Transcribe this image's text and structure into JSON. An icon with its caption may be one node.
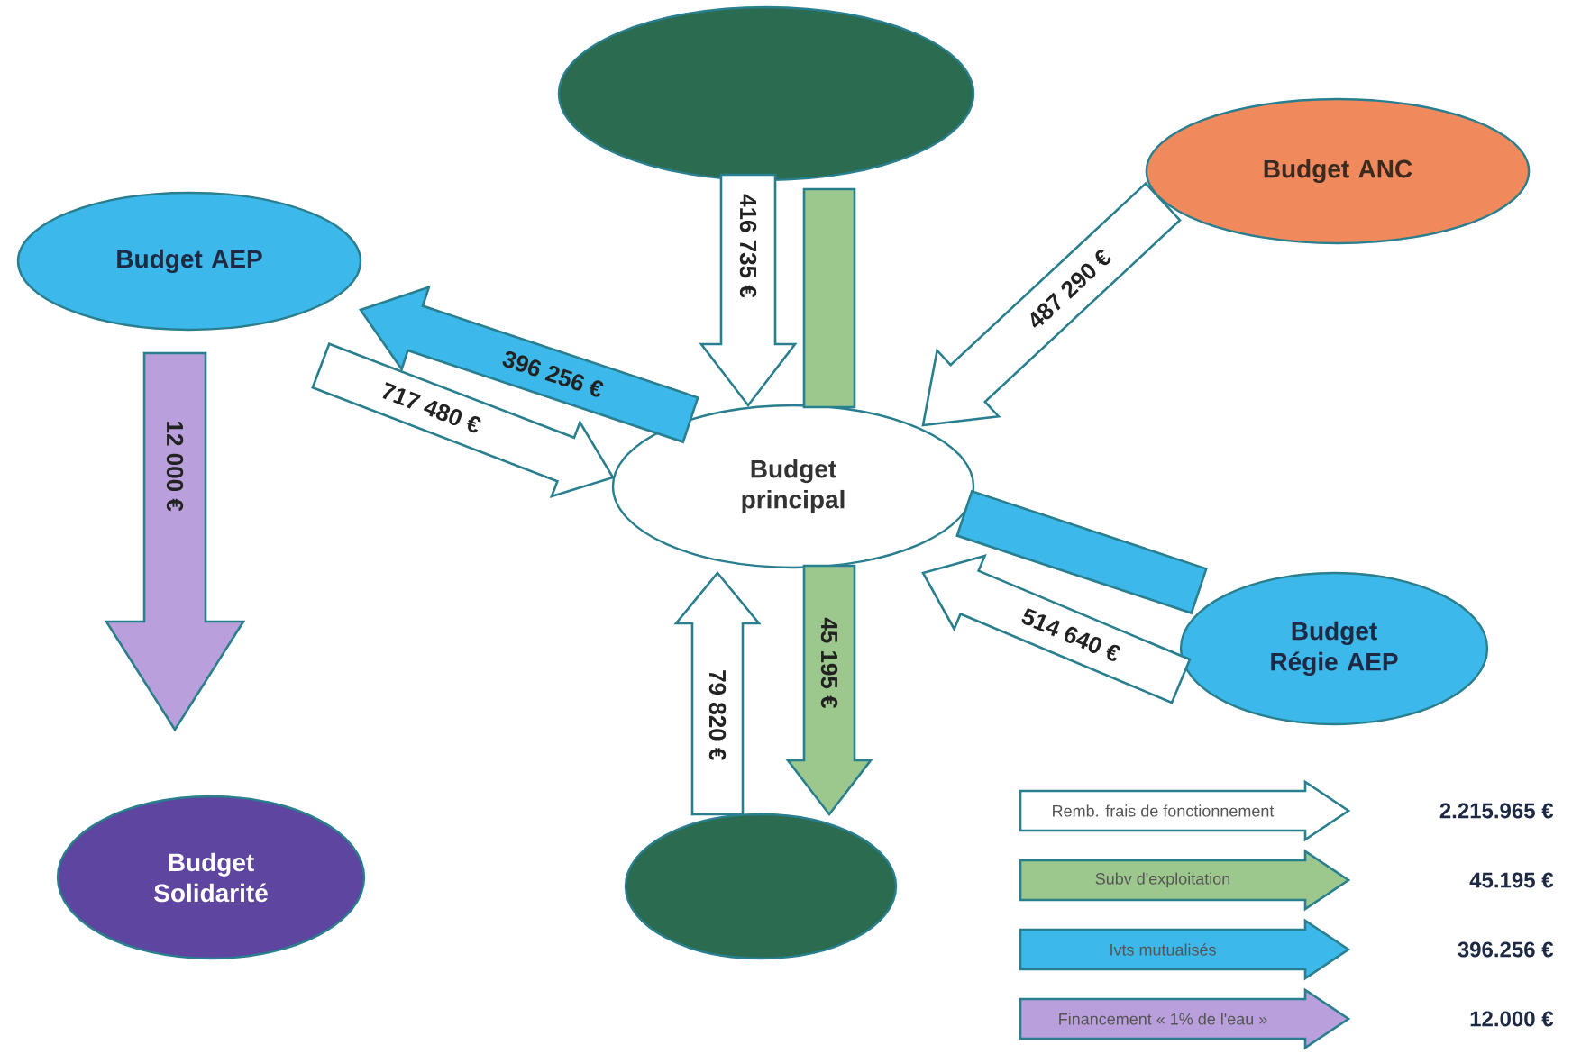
{
  "diagram": {
    "nodes": [
      {
        "text": [],
        "shape": "circle"
      },
      {
        "text": [
          "Budget ANC"
        ]
      },
      {
        "text": [
          "Budget AEP"
        ]
      },
      {
        "text": [
          "Budget principal"
        ]
      },
      {
        "text": [
          "Budget Régie AEP"
        ]
      },
      {
        "text": [
          "Budget Solidarité"
        ]
      },
      {
        "text": [],
        "shape": "circle"
      }
    ],
    "edges": [
      {
        "from": 0,
        "to": 3,
        "arrow": "to",
        "label": "416 735 €"
      },
      {
        "from": 0,
        "to": 3,
        "arrow": "none",
        "color": "#9dc88d"
      },
      {
        "from": 3,
        "to": 6,
        "arrow": "to",
        "label": "45 195 €",
        "color": "#9dc88d"
      },
      {
        "from": 4,
        "to": 3,
        "arrow": "none",
        "color": "#3cb8ea"
      },
      {
        "from": 3,
        "to": 2,
        "arrow": "to",
        "label": "396 256 €",
        "color": "#3cb8ea"
      },
      {
        "from": 2,
        "to": 3,
        "arrow": "to",
        "label": "717 480 €"
      },
      {
        "from": 1,
        "to": 3,
        "arrow": "to",
        "label": "487 290 €"
      },
      {
        "from": 4,
        "to": 3,
        "arrow": "to",
        "label": "514 640 €"
      },
      {
        "from": 6,
        "to": 3,
        "arrow": "to",
        "label": "79 820 €"
      },
      {
        "from": 2,
        "to": 5,
        "arrow": "to",
        "label": "12 000 €",
        "color": "#b9a0dc"
      }
    ],
    "labels": [
      "2.215.965 €",
      "45.195 €",
      "396.256 €",
      "12.000 €"
    ],
    "legend": [
      {
        "text": "Remb. frais de fonctionnement"
      },
      {
        "text": "Subv d'exploitation",
        "color": "#9dc88d"
      },
      {
        "text": "Ivts mutualisés",
        "color": "#3cb8ea"
      },
      {
        "text": "Financement « 1% de l'eau »",
        "color": "#b9a0dc"
      }
    ]
  }
}
